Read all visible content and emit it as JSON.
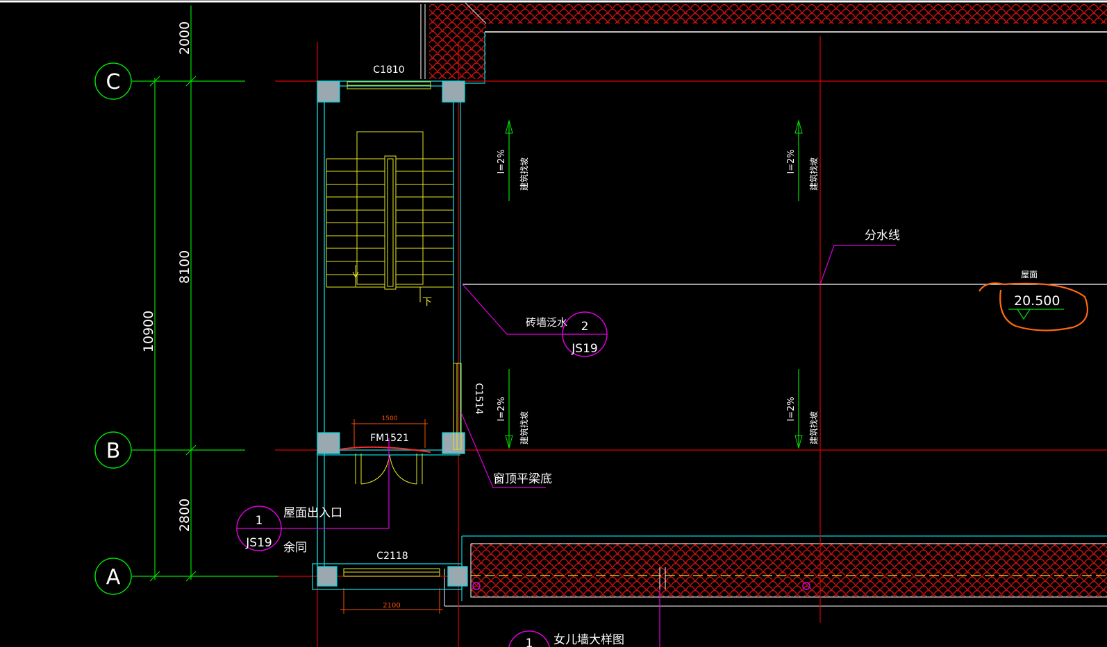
{
  "colors": {
    "background": "#000000",
    "grid_axis": "#e00000",
    "grid_bubble": "#00e000",
    "wall": "#00d8e0",
    "stair": "#e8e820",
    "leader": "#e000e0",
    "white_line": "#ffffff",
    "tile_hatch": "#c81010",
    "dim_small": "#ff5000",
    "annotation_circle": "#ff6a10"
  },
  "grid_bubbles": [
    {
      "id": "C",
      "label": "C"
    },
    {
      "id": "B",
      "label": "B"
    },
    {
      "id": "A",
      "label": "A"
    }
  ],
  "dimensions": {
    "top": "2000",
    "cb": "8100",
    "ba": "2800",
    "overall": "10900"
  },
  "openings": {
    "window_top": "C1810",
    "window_side": "C1514",
    "door": "FM1521",
    "door_width": "1500",
    "window_bottom": "C2118",
    "window_bottom_width": "2100"
  },
  "stair_label": "下",
  "slope_notes": [
    {
      "slope": "I=2%",
      "note": "建筑找坡"
    },
    {
      "slope": "I=2%",
      "note": "建筑找坡"
    },
    {
      "slope": "I=2%",
      "note": "建筑找坡"
    },
    {
      "slope": "I=2%",
      "note": "建筑找坡"
    }
  ],
  "callouts": {
    "water_divide": "分水线",
    "brick_flashing": "砖墙泛水",
    "lintel": "窗顶平梁底",
    "roof_exit": "屋面出入口",
    "rest_same": "余同",
    "parapet_detail": "女儿墙大样图"
  },
  "detail_refs": [
    {
      "number": "2",
      "sheet": "JS19"
    },
    {
      "number": "1",
      "sheet": "JS19"
    },
    {
      "number": "1",
      "sheet": ""
    }
  ],
  "elevation": {
    "label": "屋面",
    "value": "20.500"
  }
}
